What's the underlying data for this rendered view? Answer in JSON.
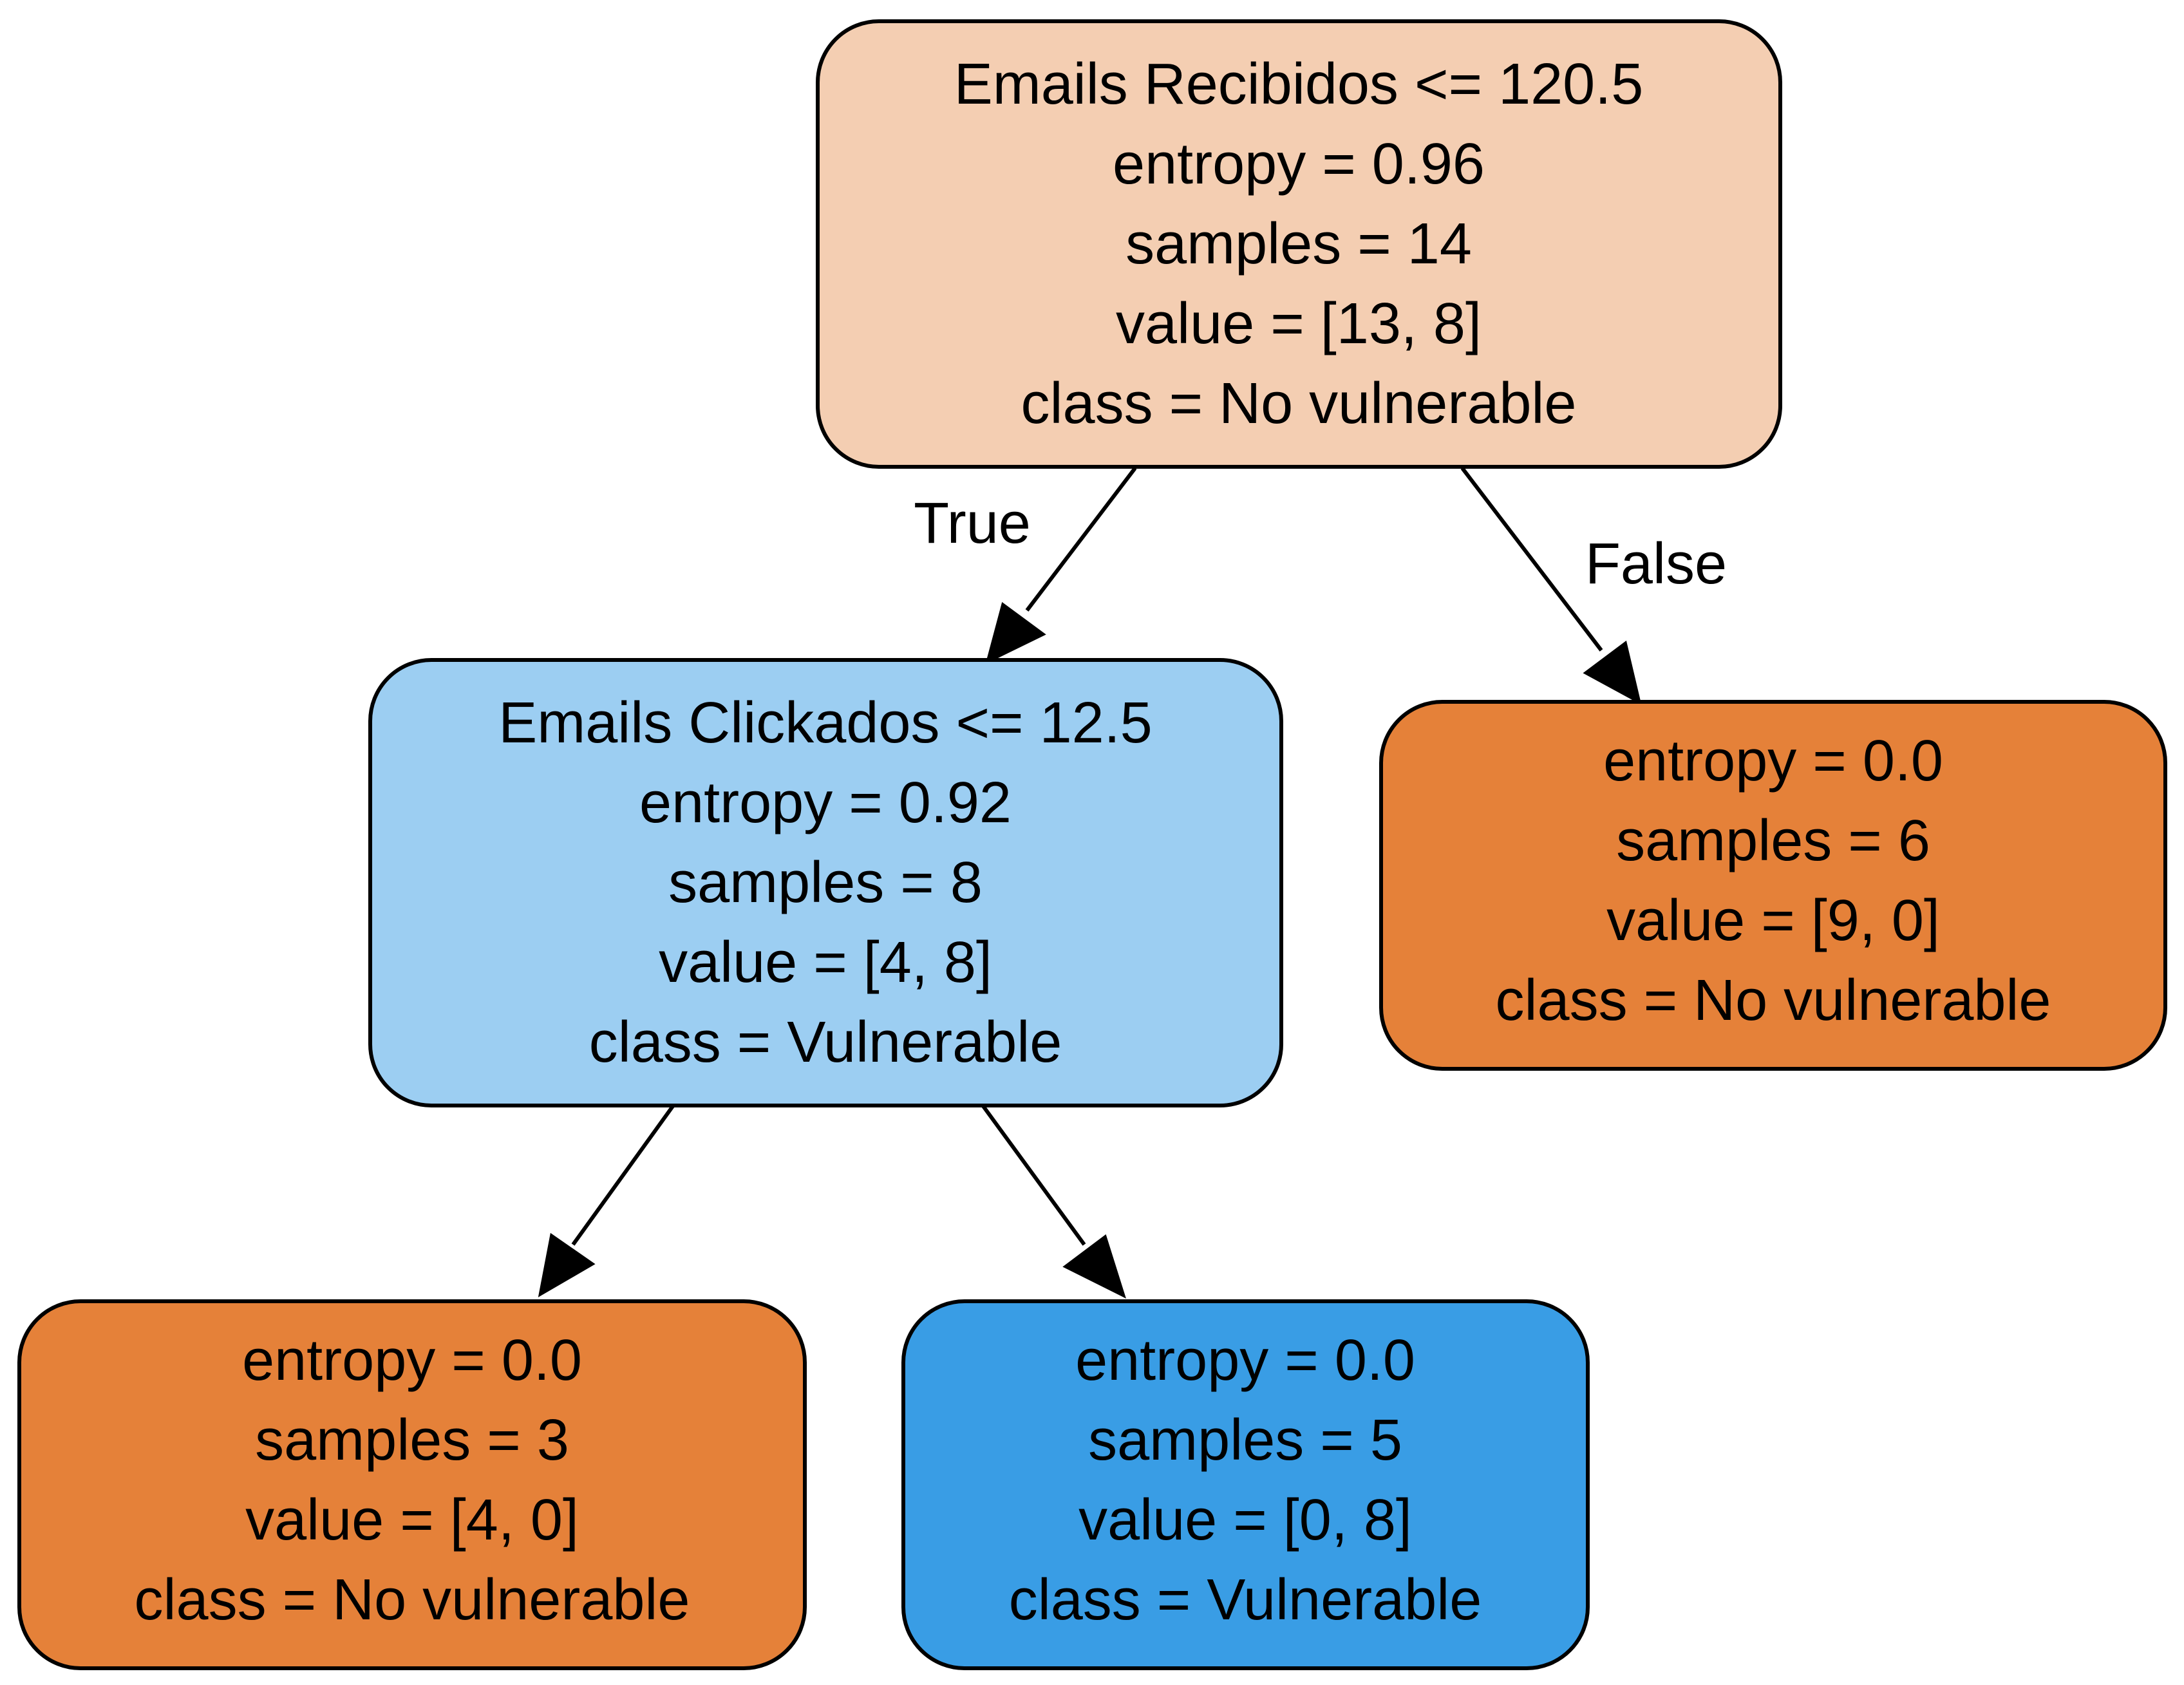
{
  "tree": {
    "nodes": [
      {
        "id": "root",
        "fill": "#f4ceb2",
        "lines": [
          "Emails Recibidos <= 120.5",
          "entropy = 0.96",
          "samples = 14",
          "value = [13, 8]",
          "class = No vulnerable"
        ]
      },
      {
        "id": "left",
        "fill": "#9ccef2",
        "lines": [
          "Emails Clickados <= 12.5",
          "entropy = 0.92",
          "samples = 8",
          "value = [4, 8]",
          "class = Vulnerable"
        ]
      },
      {
        "id": "right",
        "fill": "#e58139",
        "lines": [
          "entropy = 0.0",
          "samples = 6",
          "value = [9, 0]",
          "class = No vulnerable"
        ]
      },
      {
        "id": "leftleft",
        "fill": "#e58139",
        "lines": [
          "entropy = 0.0",
          "samples = 3",
          "value = [4, 0]",
          "class = No vulnerable"
        ]
      },
      {
        "id": "leftright",
        "fill": "#399de5",
        "lines": [
          "entropy = 0.0",
          "samples = 5",
          "value = [0, 8]",
          "class = Vulnerable"
        ]
      }
    ],
    "edges": [
      {
        "from": "root",
        "to": "left",
        "label": "True"
      },
      {
        "from": "root",
        "to": "right",
        "label": "False"
      },
      {
        "from": "left",
        "to": "leftleft",
        "label": ""
      },
      {
        "from": "left",
        "to": "leftright",
        "label": ""
      }
    ]
  }
}
